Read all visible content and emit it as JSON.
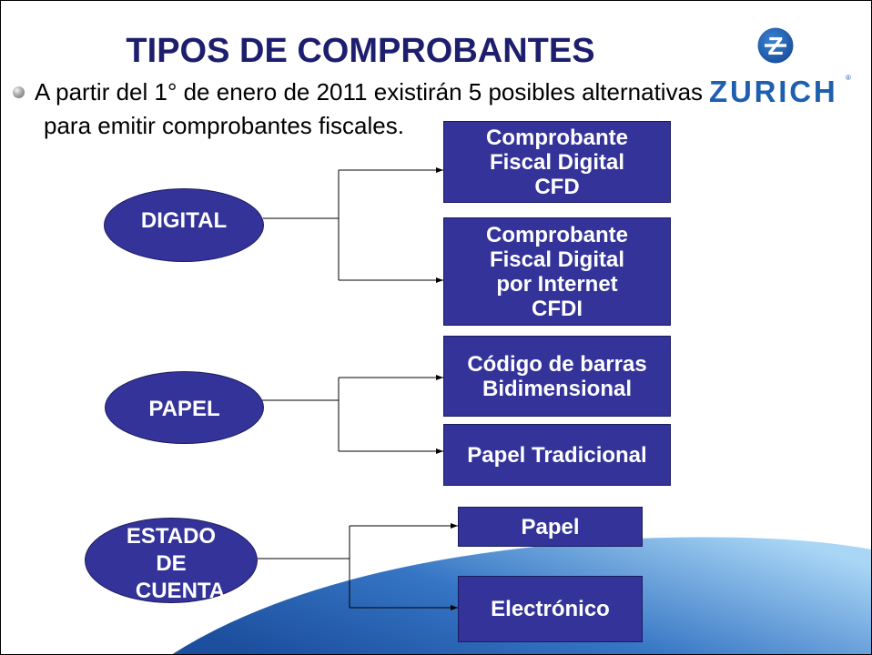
{
  "slide": {
    "title": "TIPOS DE COMPROBANTES",
    "intro": {
      "line1": "A partir del 1° de enero de 2011 existirán 5 posibles alternativas",
      "line2": "para emitir comprobantes fiscales."
    }
  },
  "logo": {
    "mark": "Z",
    "wordmark": "ZURICH",
    "registered": "®"
  },
  "colors": {
    "title": "#1e1e6e",
    "shape_fill": "#333399",
    "shape_border": "#1c1c5e",
    "shape_text": "#ffffff",
    "brand_blue": "#1e5fb0",
    "wave_dark": "#1c4f9e",
    "wave_mid": "#3575c4",
    "wave_light": "#a9d6f5"
  },
  "diagram": {
    "groups": [
      {
        "category": [
          "DIGITAL"
        ],
        "options": [
          [
            "Comprobante",
            "Fiscal Digital",
            "CFD"
          ],
          [
            "Comprobante",
            "Fiscal Digital",
            "por Internet",
            "CFDI"
          ]
        ]
      },
      {
        "category": [
          "PAPEL"
        ],
        "options": [
          [
            "Código de barras",
            "Bidimensional"
          ],
          [
            "Papel Tradicional"
          ]
        ]
      },
      {
        "category": [
          "ESTADO",
          "DE",
          "CUENTA"
        ],
        "options": [
          [
            "Papel"
          ],
          [
            "Electrónico"
          ]
        ]
      }
    ]
  }
}
